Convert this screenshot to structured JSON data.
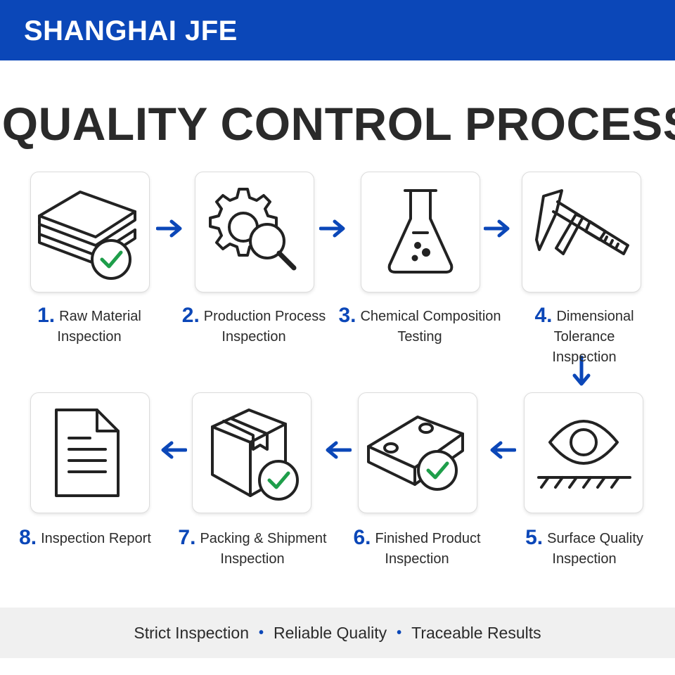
{
  "header": {
    "brand": "SHANGHAI JFE"
  },
  "title": "QUALITY CONTROL PROCESS",
  "steps": [
    {
      "num": "1.",
      "line1": "Raw Material",
      "line2": "Inspection"
    },
    {
      "num": "2.",
      "line1": "Production Process",
      "line2": "Inspection"
    },
    {
      "num": "3.",
      "line1": "Chemical Composition",
      "line2": "Testing"
    },
    {
      "num": "4.",
      "line1": "Dimensional Tolerance",
      "line2": "Inspection"
    },
    {
      "num": "5.",
      "line1": "Surface Quality",
      "line2": "Inspection"
    },
    {
      "num": "6.",
      "line1": "Finished Product",
      "line2": "Inspection"
    },
    {
      "num": "7.",
      "line1": "Packing & Shipment",
      "line2": "Inspection"
    },
    {
      "num": "8.",
      "line1": "Inspection Report",
      "line2": ""
    }
  ],
  "footer": {
    "items": [
      "Strict Inspection",
      "Reliable Quality",
      "Traceable Results"
    ],
    "separator": "•"
  },
  "icons": [
    "stacked-plates-check-icon",
    "gear-magnifier-icon",
    "flask-icon",
    "caliper-icon",
    "eye-surface-icon",
    "block-check-icon",
    "box-check-icon",
    "document-icon"
  ],
  "colors": {
    "brand_blue": "#0b47b8",
    "check_green": "#1e9e4a",
    "footer_bg": "#f0f0f0"
  }
}
